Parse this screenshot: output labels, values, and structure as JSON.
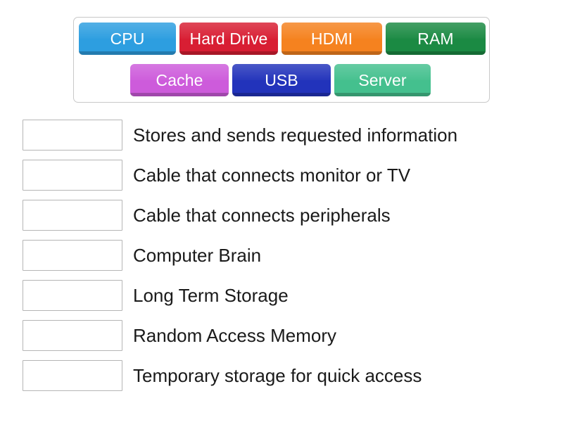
{
  "term_bank": {
    "name": "draggable-term-bank",
    "rows": [
      [
        {
          "id": "cpu",
          "label": "CPU",
          "color": "#2d9ee0",
          "shadow": "#1b7fbd",
          "width_class": "w-cpu"
        },
        {
          "id": "hard-drive",
          "label": "Hard Drive",
          "color": "#d81e33",
          "shadow": "#a81526",
          "width_class": "w-hard-drive"
        },
        {
          "id": "hdmi",
          "label": "HDMI",
          "color": "#f5821f",
          "shadow": "#c4650f",
          "width_class": "w-hdmi"
        },
        {
          "id": "ram",
          "label": "RAM",
          "color": "#1b8a43",
          "shadow": "#126531",
          "width_class": "w-ram"
        }
      ],
      [
        {
          "id": "cache",
          "label": "Cache",
          "color": "#cd5bdb",
          "shadow": "#a23fae",
          "width_class": "w-cache"
        },
        {
          "id": "usb",
          "label": "USB",
          "color": "#2233bb",
          "shadow": "#16237f",
          "width_class": "w-usb"
        },
        {
          "id": "server",
          "label": "Server",
          "color": "#44c08e",
          "shadow": "#2e9670",
          "width_class": "w-server"
        }
      ]
    ]
  },
  "match_rows": [
    {
      "id": "row-1",
      "answer": "",
      "definition": "Stores and sends requested information"
    },
    {
      "id": "row-2",
      "answer": "",
      "definition": "Cable that connects monitor or TV"
    },
    {
      "id": "row-3",
      "answer": "",
      "definition": "Cable that connects peripherals"
    },
    {
      "id": "row-4",
      "answer": "",
      "definition": "Computer Brain"
    },
    {
      "id": "row-5",
      "answer": "",
      "definition": "Long Term Storage"
    },
    {
      "id": "row-6",
      "answer": "",
      "definition": "Random Access Memory"
    },
    {
      "id": "row-7",
      "answer": "",
      "definition": "Temporary storage for quick access"
    }
  ]
}
